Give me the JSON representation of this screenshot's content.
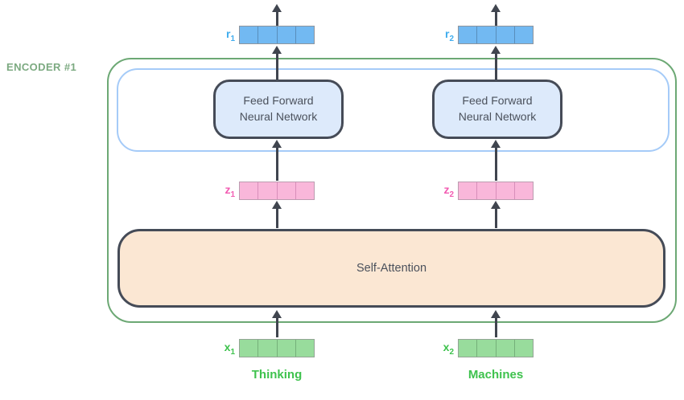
{
  "encoder": {
    "label": "ENCODER #1"
  },
  "layers": {
    "ffnn_left": {
      "line1": "Feed Forward",
      "line2": "Neural Network"
    },
    "ffnn_right": {
      "line1": "Feed Forward",
      "line2": "Neural Network"
    },
    "self_attention": {
      "label": "Self-Attention"
    }
  },
  "vectors": {
    "r1": {
      "base": "r",
      "sub": "1"
    },
    "r2": {
      "base": "r",
      "sub": "2"
    },
    "z1": {
      "base": "z",
      "sub": "1"
    },
    "z2": {
      "base": "z",
      "sub": "2"
    },
    "x1": {
      "base": "x",
      "sub": "1"
    },
    "x2": {
      "base": "x",
      "sub": "2"
    }
  },
  "tokens": {
    "token1": "Thinking",
    "token2": "Machines"
  },
  "colors": {
    "encoder_border": "#6CA874",
    "encoder_label": "#7CAA81",
    "ffnn_layer_border": "#A5CBF8",
    "block_border": "#454B57",
    "ffnn_fill": "#DDEAFB",
    "attention_fill": "#FBE7D3",
    "block_text": "#4B515C",
    "arrow": "#40454F",
    "r_vector_fill": "#72B9F2",
    "r_label": "#41ADEE",
    "z_vector_fill": "#F9B7DA",
    "z_label": "#F25CB2",
    "x_vector_fill": "#98DC9C",
    "x_label": "#3EC24D",
    "token_text": "#3EC24D"
  }
}
